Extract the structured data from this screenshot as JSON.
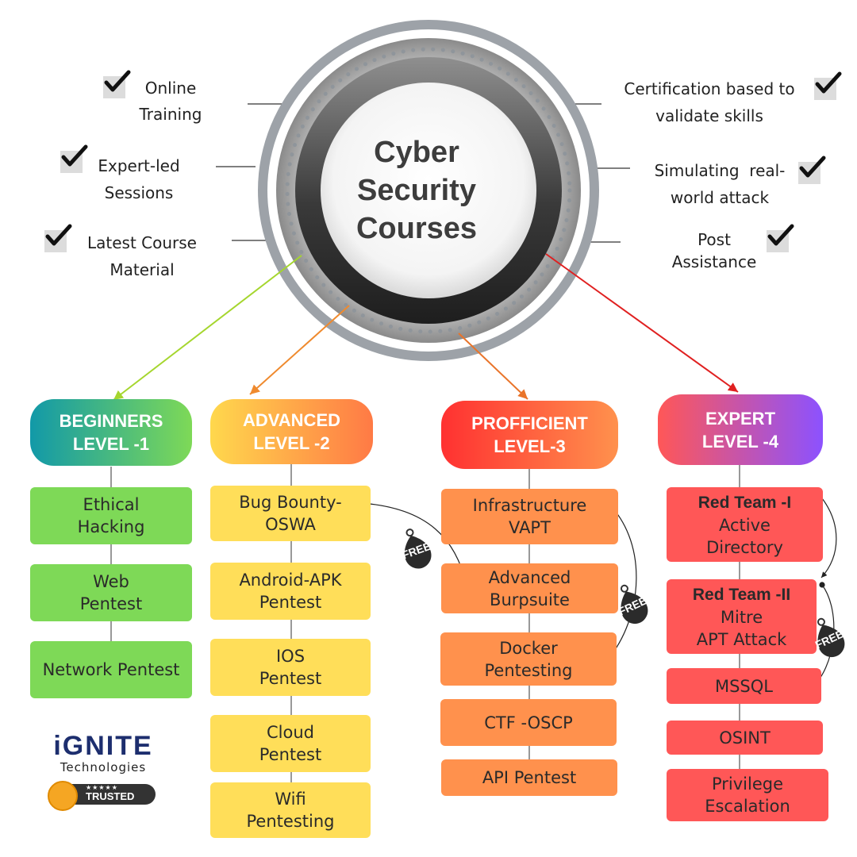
{
  "title": "Cyber\nSecurity\nCourses",
  "title_lines": [
    "Cyber",
    "Security",
    "Courses"
  ],
  "features_left": [
    {
      "lines": [
        "Online",
        "Training"
      ]
    },
    {
      "lines": [
        "Expert-led",
        "Sessions"
      ]
    },
    {
      "lines": [
        "Latest Course",
        "Material"
      ]
    }
  ],
  "features_right": [
    {
      "lines": [
        "Certification based to",
        "validate skills"
      ]
    },
    {
      "lines": [
        "Simulating  real-",
        "world attack"
      ]
    },
    {
      "lines": [
        "Post",
        "Assistance"
      ]
    }
  ],
  "levels": [
    {
      "title": [
        "BEGINNERS",
        "LEVEL -1"
      ],
      "colors": [
        "#1299a8",
        "#7ed957"
      ],
      "courses": [
        [
          "Ethical",
          "Hacking"
        ],
        [
          "Web",
          "Pentest"
        ],
        [
          "Network Pentest"
        ]
      ]
    },
    {
      "title": [
        "ADVANCED",
        "LEVEL -2"
      ],
      "colors": [
        "#ffd84d",
        "#ff7a45"
      ],
      "courses": [
        [
          "Bug Bounty-",
          "OSWA"
        ],
        [
          "Android-APK",
          "Pentest"
        ],
        [
          "IOS",
          "Pentest"
        ],
        [
          "Cloud",
          "Pentest"
        ],
        [
          "Wifi",
          "Pentesting"
        ]
      ]
    },
    {
      "title": [
        "PROFFICIENT",
        "LEVEL-3"
      ],
      "colors": [
        "#ff3131",
        "#ff914d"
      ],
      "courses": [
        [
          "Infrastructure",
          "VAPT"
        ],
        [
          "Advanced",
          "Burpsuite"
        ],
        [
          "Docker",
          "Pentesting"
        ],
        [
          "CTF -OSCP"
        ],
        [
          "API Pentest"
        ]
      ]
    },
    {
      "title": [
        "EXPERT",
        "LEVEL -4"
      ],
      "colors": [
        "#ff5757",
        "#8c52ff"
      ],
      "courses": [
        [
          "Red Team -I",
          "Active",
          "Directory"
        ],
        [
          "Red Team -II",
          "Mitre",
          "APT Attack"
        ],
        [
          "MSSQL"
        ],
        [
          "OSINT"
        ],
        [
          "Privilege",
          "Escalation"
        ]
      ]
    }
  ],
  "free_tag": "FREE",
  "logo": {
    "word": "iGNITE",
    "sub": "Technologies"
  },
  "badge": {
    "stars": "★★★★★",
    "text": "TRUSTED"
  }
}
